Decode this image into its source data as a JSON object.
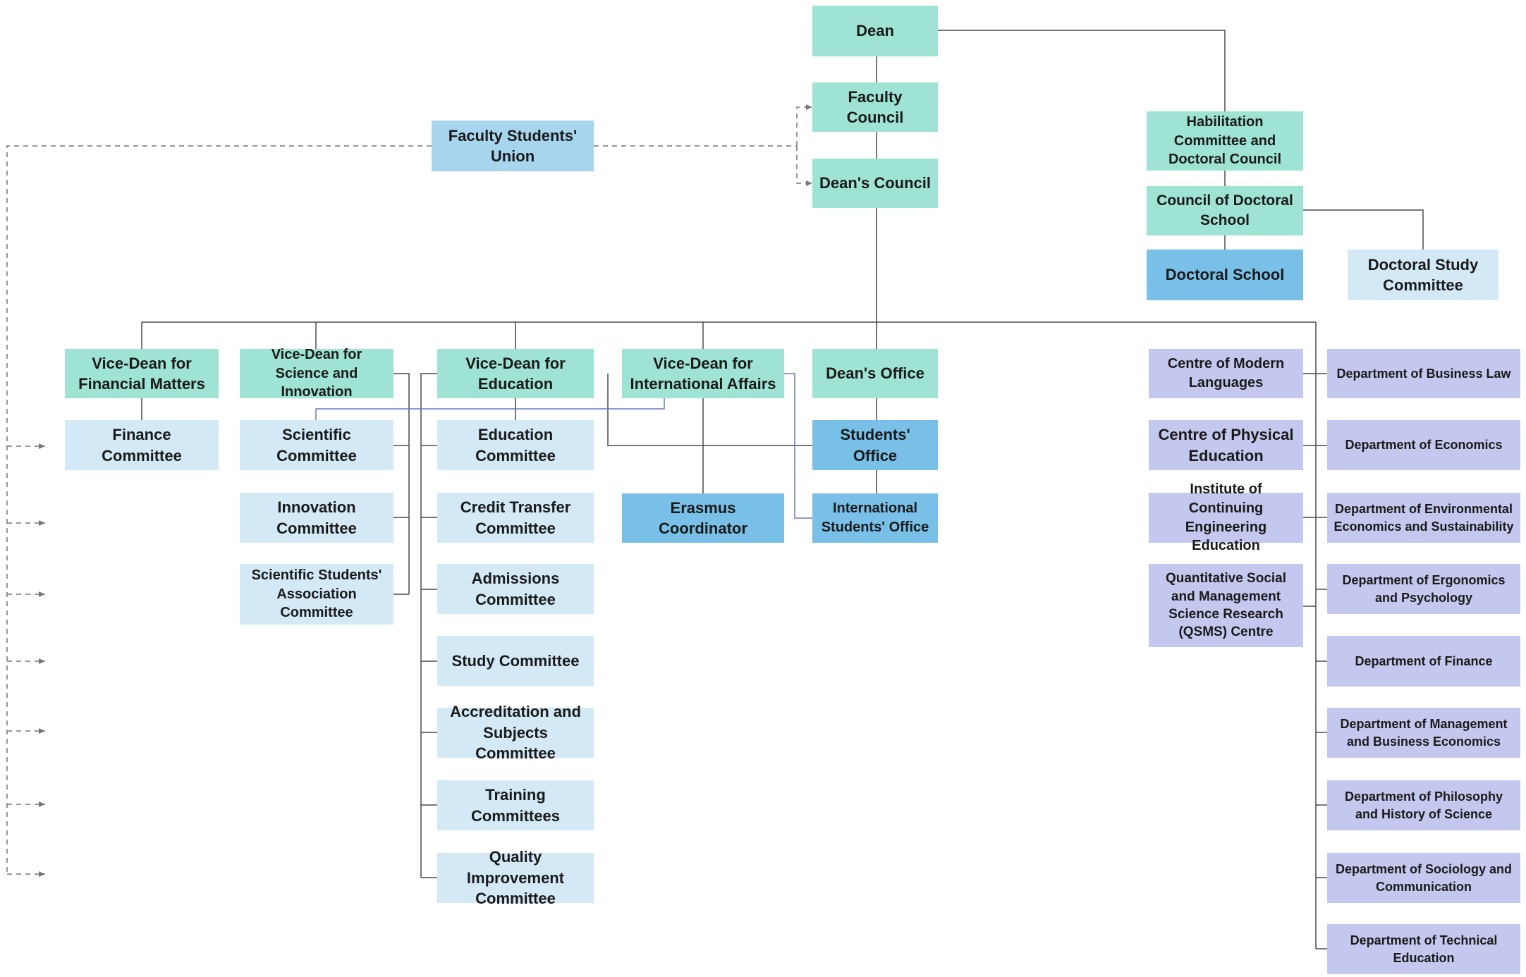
{
  "diagram": {
    "colors": {
      "leadership": "#9ee3d4",
      "committee": "#d3e9f6",
      "union": "#a7d5ee",
      "office": "#78c0e8",
      "unit": "#c4c8ee",
      "line": "#4a4a4a",
      "link": "#6a78c0"
    },
    "nodes": {
      "dean": "Dean",
      "faculty_council": "Faculty Council",
      "deans_council": "Dean's Council",
      "students_union": "Faculty Students' Union",
      "habilitation": "Habilitation Committee and Doctoral Council",
      "council_doctoral_school": "Council of Doctoral School",
      "doctoral_school": "Doctoral School",
      "doctoral_study_committee": "Doctoral Study Committee",
      "vd_financial": "Vice-Dean for Financial Matters",
      "vd_science": "Vice-Dean for Science and Innovation",
      "vd_education": "Vice-Dean for Education",
      "vd_international": "Vice-Dean for International Affairs",
      "deans_office": "Dean's Office",
      "finance_committee": "Finance Committee",
      "scientific_committee": "Scientific Committee",
      "innovation_committee": "Innovation Committee",
      "ssa_committee": "Scientific Students' Association Committee",
      "education_committee": "Education Committee",
      "credit_transfer": "Credit Transfer Committee",
      "admissions": "Admissions Committee",
      "study_committee": "Study Committee",
      "accreditation": "Accreditation and Subjects Committee",
      "training": "Training Committees",
      "quality": "Quality Improvement Committee",
      "erasmus": "Erasmus Coordinator",
      "students_office": "Students' Office",
      "intl_students_office": "International Students' Office",
      "modern_languages": "Centre of Modern Languages",
      "physical_education": "Centre of Physical Education",
      "continuing_education": "Institute of Continuing Engineering Education",
      "qsms": "Quantitative Social and Management Science Research (QSMS) Centre",
      "dept_business_law": "Department of Business Law",
      "dept_economics": "Department of Economics",
      "dept_environmental": "Department of Environmental Economics and Sustainability",
      "dept_ergonomics": "Department of Ergonomics and Psychology",
      "dept_finance": "Department of Finance",
      "dept_management": "Department of Management and Business Economics",
      "dept_philosophy": "Department of Philosophy and History of Science",
      "dept_sociology": "Department of Sociology and Communication",
      "dept_technical": "Department of Technical Education"
    }
  }
}
